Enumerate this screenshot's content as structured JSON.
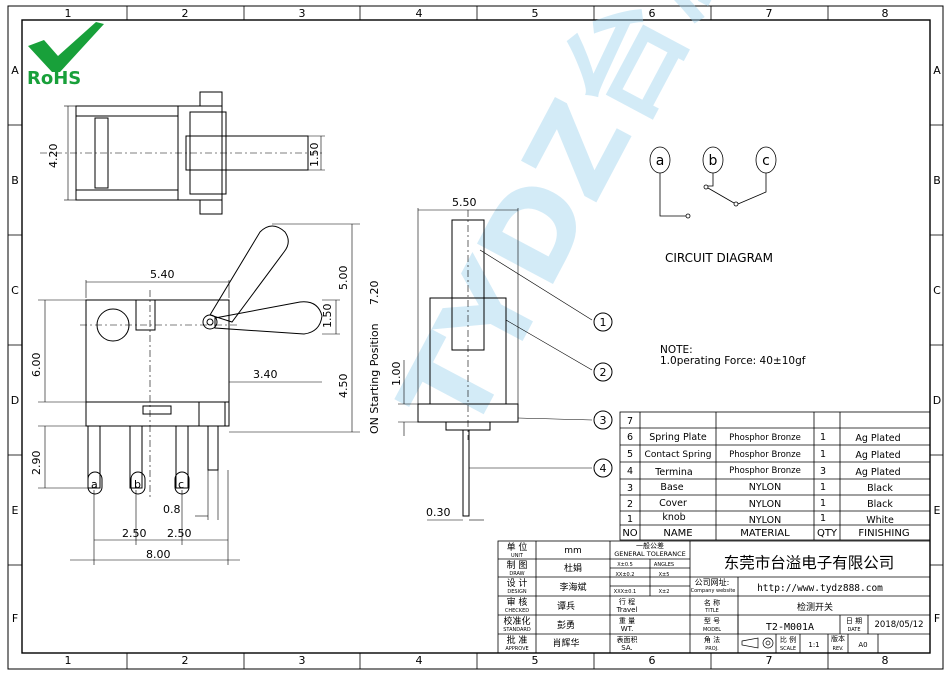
{
  "logo": {
    "text": "RoHS",
    "green": "#18a03a"
  },
  "watermark": {
    "text": "TYDZ台溢",
    "color": "#9fd3ee"
  },
  "grid": {
    "cols": [
      "1",
      "2",
      "3",
      "4",
      "5",
      "6",
      "7",
      "8"
    ],
    "rows": [
      "A",
      "B",
      "C",
      "D",
      "E",
      "F"
    ]
  },
  "dims": {
    "d_4_20": "4.20",
    "d_1_50a": "1.50",
    "d_5_40": "5.40",
    "d_5_00": "5.00",
    "d_1_50b": "1.50",
    "d_6_00": "6.00",
    "d_3_40": "3.40",
    "d_4_50": "4.50",
    "d_7_20": "7.20",
    "d_on": "ON Starting Position",
    "d_2_90": "2.90",
    "d_0_8": "0.8",
    "d_2_50a": "2.50",
    "d_2_50b": "2.50",
    "d_8_00": "8.00",
    "d_5_50": "5.50",
    "d_1_00": "1.00",
    "d_0_30": "0.30"
  },
  "pins": {
    "a": "a",
    "b": "b",
    "c": "c"
  },
  "balloons": [
    "1",
    "2",
    "3",
    "4"
  ],
  "circuit": {
    "a": "a",
    "b": "b",
    "c": "c",
    "title": "CIRCUIT DIAGRAM"
  },
  "note": {
    "heading": "NOTE:",
    "line": "1.0perating Force: 40±10gf"
  },
  "bom": {
    "rows": [
      {
        "no": "7",
        "name": "",
        "material": "",
        "qty": "",
        "finishing": ""
      },
      {
        "no": "6",
        "name": "Spring Plate",
        "material": "Phosphor Bronze",
        "qty": "1",
        "finishing": "Ag Plated"
      },
      {
        "no": "5",
        "name": "Contact Spring",
        "material": "Phosphor Bronze",
        "qty": "1",
        "finishing": "Ag Plated"
      },
      {
        "no": "4",
        "name": "Termina",
        "material": "Phosphor Bronze",
        "qty": "3",
        "finishing": "Ag Plated"
      },
      {
        "no": "3",
        "name": "Base",
        "material": "NYLON",
        "qty": "1",
        "finishing": "Black"
      },
      {
        "no": "2",
        "name": "Cover",
        "material": "NYLON",
        "qty": "1",
        "finishing": "Black"
      },
      {
        "no": "1",
        "name": "knob",
        "material": "NYLON",
        "qty": "1",
        "finishing": "White"
      }
    ],
    "header": {
      "no": "NO",
      "name": "NAME",
      "material": "MATERIAL",
      "qty": "QTY",
      "finishing": "FINISHING"
    }
  },
  "titleblock": {
    "unit_cn": "单 位",
    "unit_en": "UNIT",
    "unit_val": "mm",
    "draw_cn": "制 图",
    "draw_en": "DRAW",
    "draw_val": "杜娟",
    "design_cn": "设 计",
    "design_en": "DESIGN",
    "design_val": "李海斌",
    "checked_cn": "审 核",
    "checked_en": "CHECKED",
    "checked_val": "谭兵",
    "standard_cn": "校准化",
    "standard_en": "STANDARD",
    "standard_val": "彭勇",
    "approve_cn": "批 准",
    "approve_en": "APPROVE",
    "approve_val": "肖辉华",
    "tol_cn": "一般公差",
    "tol_en": "GENERAL TOLERANCE",
    "tol1": "X±0.5",
    "tol2": "ANGLES",
    "tol3": "XX±0.2",
    "tol4": "X±5",
    "tol5": "XXX±0.1",
    "tol6": "X±2",
    "travel_cn": "行 程",
    "travel_en": "Travel",
    "wt_cn": "重 量",
    "wt_en": "WT.",
    "sa_cn": "表面积",
    "sa_en": "SA.",
    "company": "东莞市台溢电子有限公司",
    "website_cn": "公司网址:",
    "website_en": "Company website",
    "website": "http://www.tydz888.com",
    "title_cn": "名 称",
    "title_en": "TITLE",
    "title_val": "检测开关",
    "model_cn": "型 号",
    "model_en": "MODEL",
    "model_val": "T2-M001A",
    "date_cn": "日 期",
    "date_en": "DATE",
    "date_val": "2018/05/12",
    "proj_cn": "角 法",
    "proj_en": "PROJ.",
    "scale_cn": "比 例",
    "scale_en": "SCALE",
    "scale_val": "1:1",
    "rev_cn": "版本",
    "rev_en": "REV.",
    "rev_val": "A0"
  }
}
